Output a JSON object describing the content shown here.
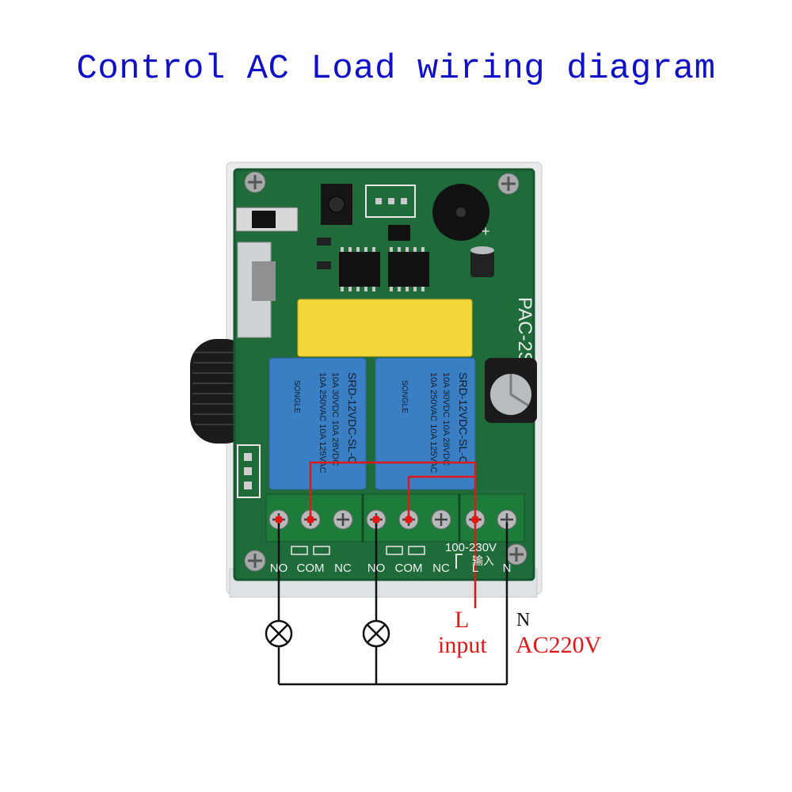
{
  "title": "Control AC Load wiring diagram",
  "board": {
    "model_label": "PAC-2S",
    "voltage_label": "100-230V",
    "input_label_cn": "输入",
    "relay_brand": "SONGLE",
    "relay_model": "SRD-12VDC-SL-C",
    "relay_rating_1": "10A 250VAC 10A 125VAC",
    "relay_rating_2": "10A 30VDC 10A 28VDC",
    "terminals": [
      "NO",
      "COM",
      "NC",
      "NO",
      "COM",
      "NC",
      "L",
      "N"
    ]
  },
  "labels": {
    "l": "L",
    "input": "input",
    "n": "N",
    "ac": "AC220V"
  },
  "colors": {
    "title": "#1010c8",
    "wire_red": "#e01818",
    "wire_black": "#111111",
    "pcb_green": "#1f6b3a",
    "relay_blue": "#3a7fc4",
    "capacitor_yellow": "#f2d63a"
  }
}
